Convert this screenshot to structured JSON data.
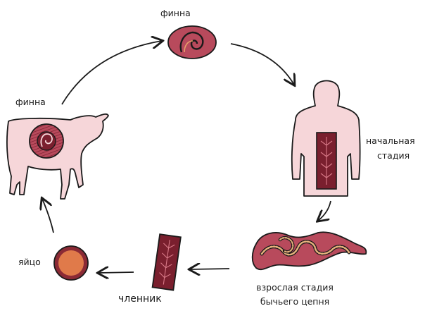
{
  "labels": {
    "cyst_top": "финна",
    "cyst_cow": "финна",
    "human_stage": [
      "начальная",
      "стадия"
    ],
    "adult_stage": [
      "взрослая стадия",
      "бычьего цепня"
    ],
    "segment": "членник",
    "egg": "яйцо"
  },
  "colors": {
    "outline": "#1a1a1a",
    "skin": "#f6d6d9",
    "tissue": "#b84a5c",
    "dark_tissue": "#7a1f2e",
    "egg_fill": "#e07a4a",
    "egg_ring": "#8b2a35"
  }
}
